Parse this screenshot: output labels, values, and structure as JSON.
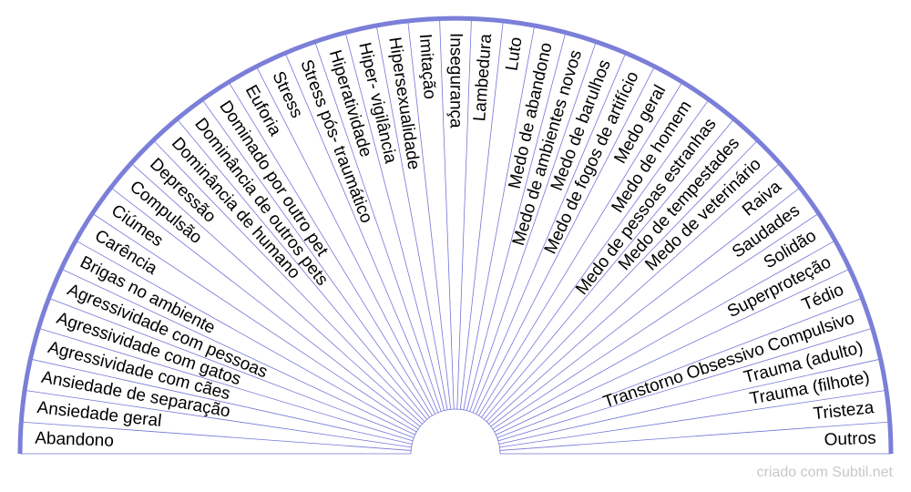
{
  "labels": [
    "Abandono",
    "Ansiedade geral",
    "Ansiedade de separação",
    "Agressividade com cães",
    "Agressividade com gatos",
    "Agressividade com pessoas",
    "Brigas no ambiente",
    "Carência",
    "Ciúmes",
    "Compulsão",
    "Depressão",
    "Dominância de humano",
    "Dominância de outros pets",
    "Dominado por outro pet",
    "Euforia",
    "Stress",
    "Stress pós- traumático",
    "Hiperatividade",
    "Hiper- vigilância",
    "Hipersexualidade",
    "Imitação",
    "Insegurança",
    "Lambedura",
    "Luto",
    "Medo de abandono",
    "Medo de ambientes novos",
    "Medo de barulhos",
    "Medo de fogos de artifício",
    "Medo geral",
    "Medo de homem",
    "Medo de pessoas estranhas",
    "Medo de tempestades",
    "Medo de veterinário",
    "Raiva",
    "Saudades",
    "Solidão",
    "Superproteção",
    "Tédio",
    "Transtorno Obsessivo Compulsivo",
    "Trauma (adulto)",
    "Trauma (filhote)",
    "Tristeza",
    "Outros"
  ],
  "credit": "criado com Subtil.net",
  "colors": {
    "rim": "#7b7fd8",
    "spokes": "#7276d8",
    "base": "#c9cbef"
  }
}
